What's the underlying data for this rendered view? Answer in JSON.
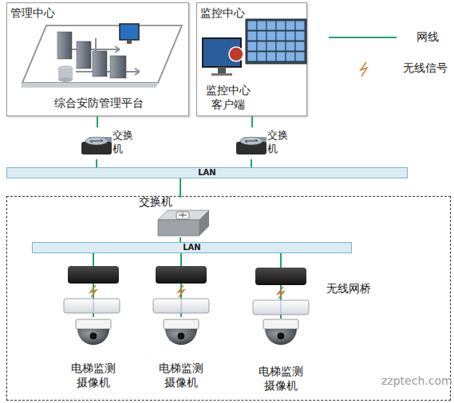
{
  "diagram": {
    "nodes": [
      {
        "text": [
          "管理中心",
          "综合安防管理平台"
        ]
      },
      {
        "text": [
          "监控中心",
          "监控中心 客户端"
        ]
      },
      {
        "text": [
          "交换 机"
        ]
      },
      {
        "text": [
          "交换 机"
        ]
      },
      {
        "text": [
          "LAN"
        ]
      },
      {
        "text": [
          "无线网桥"
        ]
      },
      {
        "text": [
          "交换机"
        ],
        "in": 5
      },
      {
        "text": [
          "LAN"
        ],
        "in": 5
      },
      {
        "text": [
          "电梯监测 摄像机"
        ],
        "in": 5
      },
      {
        "text": [
          "电梯监测 摄像机"
        ],
        "in": 5
      },
      {
        "text": [
          "电梯监测 摄像机"
        ],
        "in": 5
      }
    ],
    "edges": [
      {
        "from": 0,
        "to": 2,
        "arrow": "none"
      },
      {
        "from": 1,
        "to": 3,
        "arrow": "none"
      },
      {
        "from": 2,
        "to": 4,
        "arrow": "none"
      },
      {
        "from": 3,
        "to": 4,
        "arrow": "none"
      },
      {
        "from": 4,
        "to": 6,
        "arrow": "none"
      },
      {
        "from": 6,
        "to": 7,
        "arrow": "none"
      },
      {
        "from": 7,
        "to": 8,
        "arrow": "none"
      },
      {
        "from": 7,
        "to": 9,
        "arrow": "none"
      },
      {
        "from": 7,
        "to": 10,
        "arrow": "none"
      }
    ],
    "labels": [
      "zzptech.com"
    ],
    "legend": [
      {
        "text": "网线"
      },
      {
        "text": "无线信号"
      }
    ]
  }
}
